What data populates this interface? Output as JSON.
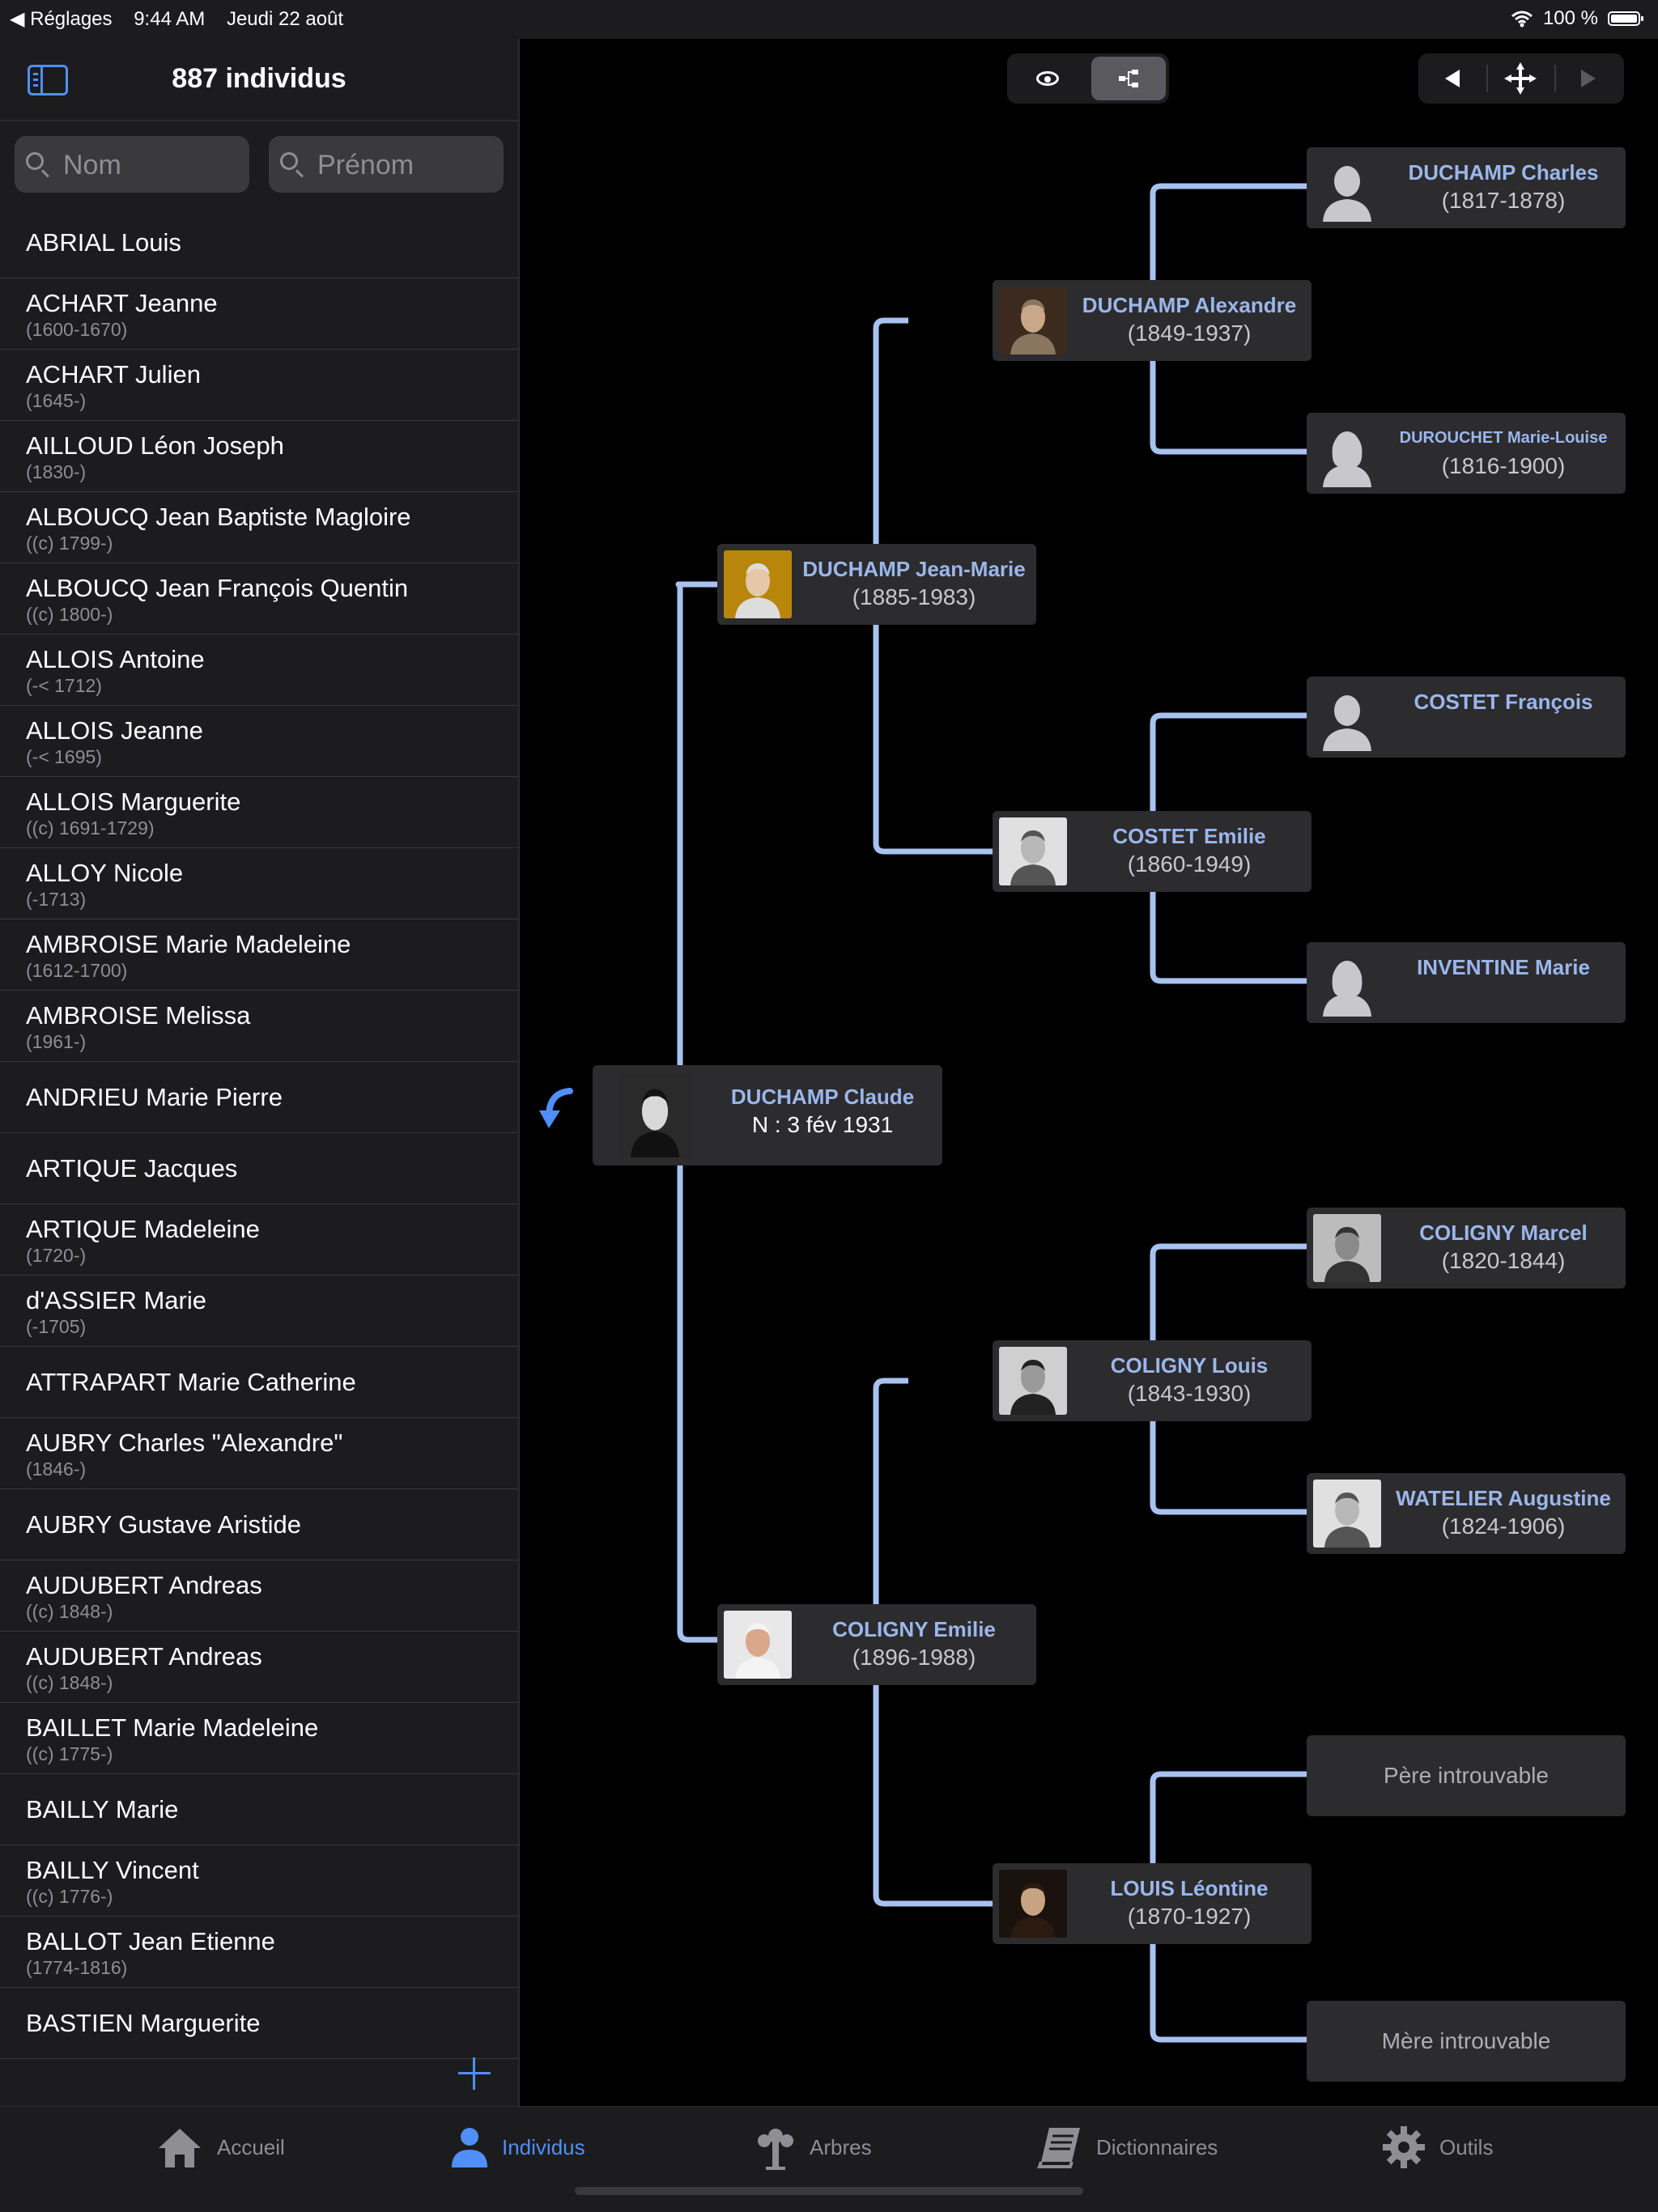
{
  "status_bar": {
    "back_label": "◀ Réglages",
    "time": "9:44 AM",
    "date": "Jeudi 22 août",
    "battery": "100 %"
  },
  "sidebar": {
    "title": "887 individus",
    "search_last_placeholder": "Nom",
    "search_first_placeholder": "Prénom",
    "persons": [
      {
        "name": "ABRIAL Louis",
        "dates": ""
      },
      {
        "name": "ACHART Jeanne",
        "dates": "(1600-1670)"
      },
      {
        "name": "ACHART Julien",
        "dates": "(1645-)"
      },
      {
        "name": "AILLOUD Léon Joseph",
        "dates": "(1830-)"
      },
      {
        "name": "ALBOUCQ Jean Baptiste Magloire",
        "dates": "((c) 1799-)"
      },
      {
        "name": "ALBOUCQ Jean François Quentin",
        "dates": "((c) 1800-)"
      },
      {
        "name": "ALLOIS Antoine",
        "dates": "(-< 1712)"
      },
      {
        "name": "ALLOIS Jeanne",
        "dates": "(-< 1695)"
      },
      {
        "name": "ALLOIS Marguerite",
        "dates": "((c) 1691-1729)"
      },
      {
        "name": "ALLOY Nicole",
        "dates": "(-1713)"
      },
      {
        "name": "AMBROISE Marie Madeleine",
        "dates": "(1612-1700)"
      },
      {
        "name": "AMBROISE Melissa",
        "dates": "(1961-)"
      },
      {
        "name": "ANDRIEU Marie Pierre",
        "dates": ""
      },
      {
        "name": "ARTIQUE Jacques",
        "dates": ""
      },
      {
        "name": "ARTIQUE Madeleine",
        "dates": "(1720-)"
      },
      {
        "name": "d'ASSIER Marie",
        "dates": "(-1705)"
      },
      {
        "name": "ATTRAPART Marie Catherine",
        "dates": ""
      },
      {
        "name": "AUBRY Charles \"Alexandre\"",
        "dates": "(1846-)"
      },
      {
        "name": "AUBRY Gustave Aristide",
        "dates": ""
      },
      {
        "name": "AUDUBERT Andreas",
        "dates": "((c) 1848-)"
      },
      {
        "name": "AUDUBERT Andreas",
        "dates": "((c) 1848-)"
      },
      {
        "name": "BAILLET Marie Madeleine",
        "dates": "((c) 1775-)"
      },
      {
        "name": "BAILLY Marie",
        "dates": ""
      },
      {
        "name": "BAILLY Vincent",
        "dates": "((c) 1776-)"
      },
      {
        "name": "BALLOT Jean Etienne",
        "dates": "(1774-1816)"
      },
      {
        "name": "BASTIEN Marguerite",
        "dates": ""
      }
    ]
  },
  "tree": {
    "root": {
      "name": "DUCHAMP Claude",
      "dates": "N : 3 fév 1931",
      "photo": "portrait-bw-young-man"
    },
    "father": {
      "name": "DUCHAMP Jean-Marie",
      "dates": "(1885-1983)",
      "photo": "portrait-color-old-man"
    },
    "mother": {
      "name": "COLIGNY Emilie",
      "dates": "(1896-1988)",
      "photo": "portrait-old-woman"
    },
    "pat_grandfather": {
      "name": "DUCHAMP Alexandre",
      "dates": "(1849-1937)",
      "photo": "portrait-sepia-man"
    },
    "pat_grandmother": {
      "name": "COSTET Emilie",
      "dates": "(1860-1949)",
      "photo": "portrait-bw-woman"
    },
    "mat_grandfather": {
      "name": "COLIGNY Louis",
      "dates": "(1843-1930)",
      "photo": "portrait-bw-man"
    },
    "mat_grandmother": {
      "name": "LOUIS Léontine",
      "dates": "(1870-1927)",
      "photo": "portrait-sepia-woman"
    },
    "ggp1": {
      "name": "DUCHAMP Charles",
      "dates": "(1817-1878)",
      "photo": "silhouette-male-icon"
    },
    "ggp2": {
      "name": "DUROUCHET Marie-Louise",
      "dates": "(1816-1900)",
      "photo": "silhouette-female-icon"
    },
    "ggp3": {
      "name": "COSTET François",
      "dates": "",
      "photo": "silhouette-male-icon"
    },
    "ggp4": {
      "name": "INVENTINE Marie",
      "dates": "",
      "photo": "silhouette-female-icon"
    },
    "ggp5": {
      "name": "COLIGNY Marcel",
      "dates": "(1820-1844)",
      "photo": "portrait-bw-mustache-man"
    },
    "ggp6": {
      "name": "WATELIER Augustine",
      "dates": "(1824-1906)",
      "photo": "portrait-bw-woman"
    },
    "unknown_father": "Père introuvable",
    "unknown_mother": "Mère introuvable"
  },
  "toolbar": {
    "view_icon": "eye-icon",
    "tree_icon": "tree-branch-icon",
    "prev_icon": "triangle-left-icon",
    "center_icon": "arrows-cross-icon",
    "next_icon": "triangle-right-icon"
  },
  "tabbar": {
    "tabs": [
      {
        "label": "Accueil",
        "icon": "house-icon"
      },
      {
        "label": "Individus",
        "icon": "person-icon"
      },
      {
        "label": "Arbres",
        "icon": "tree-icon"
      },
      {
        "label": "Dictionnaires",
        "icon": "book-icon"
      },
      {
        "label": "Outils",
        "icon": "gear-icon"
      }
    ]
  },
  "colors": {
    "accent": "#4f8ff7",
    "line": "#a8c2f0",
    "name": "#9bb6ec",
    "card": "#2c2c2e",
    "sidebar": "#1c1c1e"
  }
}
